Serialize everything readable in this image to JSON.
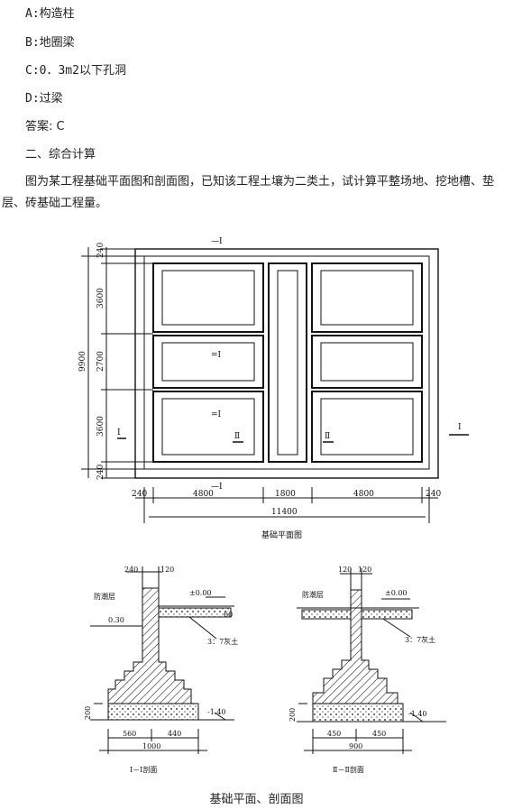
{
  "choices": {
    "a": "A:构造柱",
    "b": "B:地圈梁",
    "c": "C:0．3m2以下孔洞",
    "d": "D:过梁"
  },
  "answer": "答案: C",
  "section_heading": "二、综合计算",
  "problem_text": "图为某工程基础平面图和剖面图，已知该工程土壤为二类土，试计算平整场地、挖地槽、垫层、砖基础工程量。",
  "plan": {
    "title": "基础平面图",
    "section_marks": {
      "i_top": "—Ⅰ",
      "i_bottom": "—Ⅰ",
      "i_left": "Ⅰ",
      "i_right": "Ⅰ",
      "ii_mid1": "=Ⅰ",
      "ii_mid2": "=Ⅰ",
      "ii_left": "Ⅱ",
      "ii_right": "Ⅱ"
    },
    "left_dims": {
      "top_edge": "240",
      "row1": "3600",
      "row2": "2700",
      "row3": "3600",
      "bottom_edge": "240",
      "total": "9900"
    },
    "bottom_dims": {
      "left_edge": "240",
      "col1": "4800",
      "col2": "1800",
      "col3": "4800",
      "right_edge": "240",
      "total": "11400"
    }
  },
  "section1": {
    "title": "Ⅰ－Ⅰ剖面",
    "top_dims": {
      "a": "240",
      "b": "120"
    },
    "dpc_label": "防潮层",
    "level_top": "±0.00",
    "level_ground": "0.30",
    "level_bottom": "-1.40",
    "lime_label": "3：7灰土",
    "thickness_label": "200",
    "small_dim": "60",
    "bottom_dims": {
      "left": "560",
      "right": "440",
      "total": "1000"
    }
  },
  "section2": {
    "title": "Ⅱ－Ⅱ剖面",
    "top_dims": {
      "a": "120",
      "b": "120"
    },
    "dpc_label": "防潮层",
    "level_top": "±0.00",
    "level_bottom": "-1.40",
    "lime_label": "3：7灰土",
    "thickness_label": "200",
    "bottom_dims": {
      "left": "450",
      "right": "450",
      "total": "900"
    }
  },
  "figure_caption": "基础平面、剖面图"
}
